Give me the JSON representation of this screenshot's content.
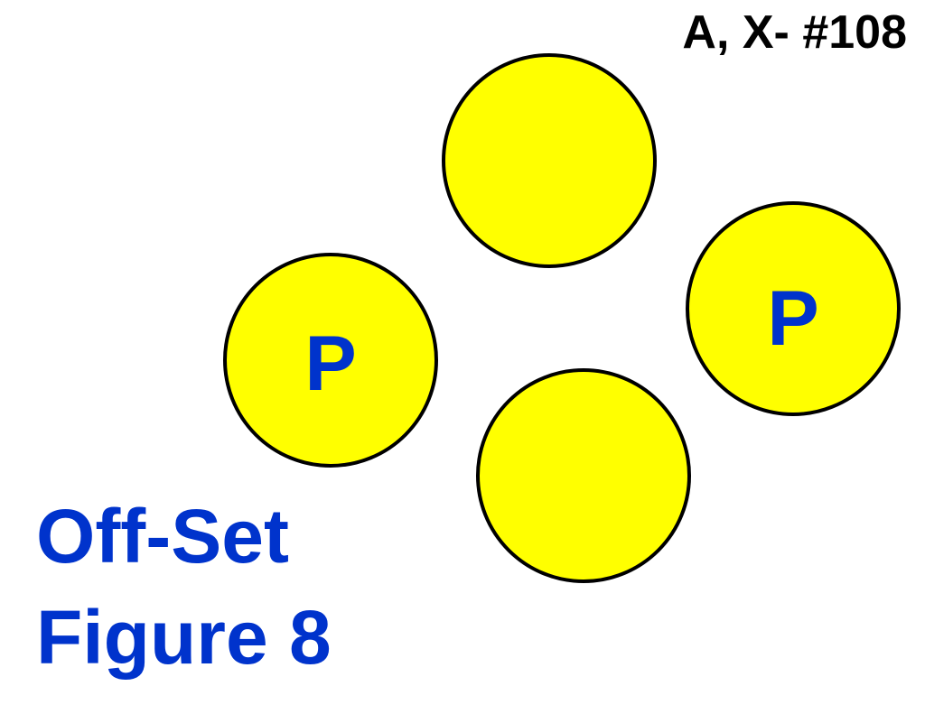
{
  "code_label": "A, X- #108",
  "title": {
    "line1": "Off-Set",
    "line2": "Figure 8"
  },
  "circles": [
    {
      "id": "top",
      "label": ""
    },
    {
      "id": "left",
      "label": "P"
    },
    {
      "id": "right",
      "label": "P"
    },
    {
      "id": "bottom",
      "label": ""
    }
  ],
  "colors": {
    "circle_fill": "#FFFF00",
    "circle_stroke": "#000000",
    "label_text": "#0033CC",
    "title_text": "#0033CC",
    "code_text": "#000000",
    "background": "#FFFFFF"
  }
}
